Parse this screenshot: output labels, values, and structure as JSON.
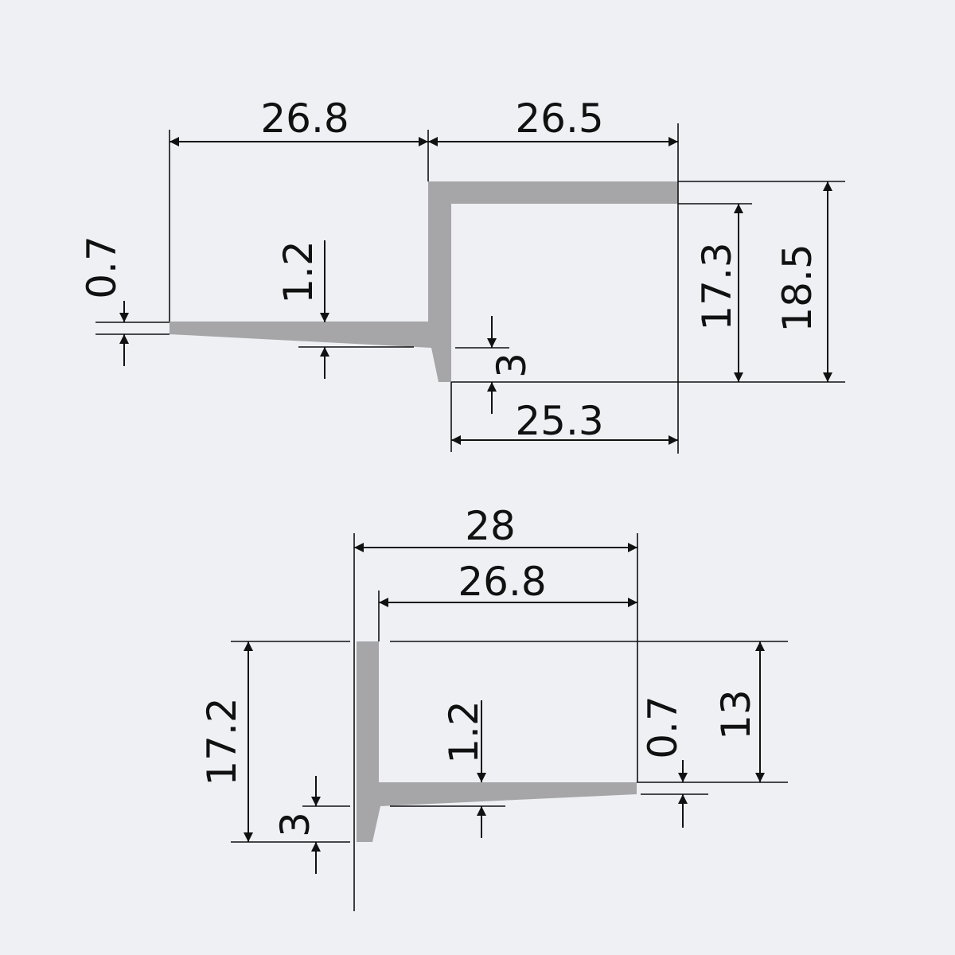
{
  "colors": {
    "background": "#eef0f4",
    "profile_fill": "#a6a6a8",
    "line": "#111111"
  },
  "profile_a": {
    "width_left": "26.8",
    "width_right_top": "26.5",
    "width_right_bottom": "25.3",
    "height_inner": "17.3",
    "height_total": "18.5",
    "tip_thickness": "0.7",
    "root_thickness": "1.2",
    "foot_height": "3"
  },
  "profile_b": {
    "width_total": "28",
    "width_inner": "26.8",
    "height_total": "17.2",
    "height_inner": "13",
    "tip_thickness": "0.7",
    "root_thickness": "1.2",
    "foot_height": "3"
  }
}
